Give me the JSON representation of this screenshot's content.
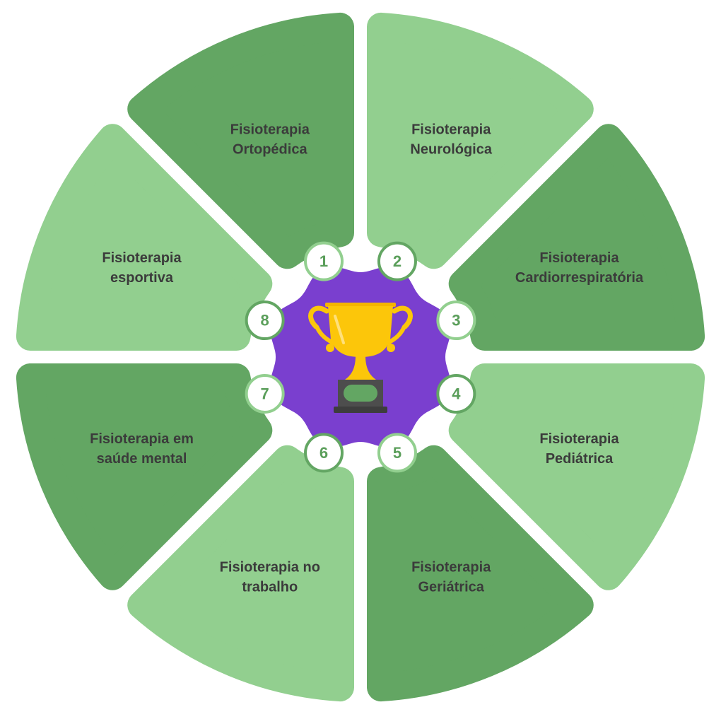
{
  "colors": {
    "dark": "#63a663",
    "light": "#92cf8f",
    "center": "#7a3fcf",
    "number_text": "#5a9e5a",
    "trophy": "#fcc60a",
    "base": "#4d4d4d"
  },
  "center_icon": "trophy-icon",
  "segments": [
    {
      "number": "1",
      "lines": [
        "Fisioterapia",
        "Ortopédica"
      ],
      "shade": "dark"
    },
    {
      "number": "2",
      "lines": [
        "Fisioterapia",
        "Neurológica"
      ],
      "shade": "light"
    },
    {
      "number": "3",
      "lines": [
        "Fisioterapia",
        "Cardiorrespiratória"
      ],
      "shade": "dark"
    },
    {
      "number": "4",
      "lines": [
        "Fisioterapia",
        "Pediátrica"
      ],
      "shade": "light"
    },
    {
      "number": "5",
      "lines": [
        "Fisioterapia",
        "Geriátrica"
      ],
      "shade": "dark"
    },
    {
      "number": "6",
      "lines": [
        "Fisioterapia no",
        "trabalho"
      ],
      "shade": "light"
    },
    {
      "number": "7",
      "lines": [
        "Fisioterapia em",
        "saúde mental"
      ],
      "shade": "dark"
    },
    {
      "number": "8",
      "lines": [
        "Fisioterapia",
        "esportiva"
      ],
      "shade": "light"
    }
  ]
}
